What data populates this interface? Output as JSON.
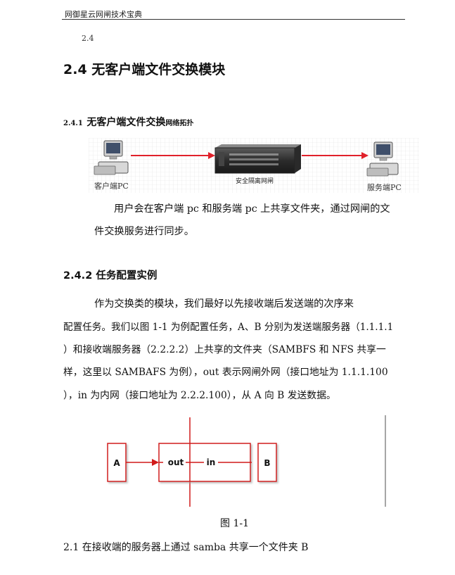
{
  "header": {
    "title": "网御星云网闸技术宝典"
  },
  "section_number": "2.4",
  "heading1": "2.4 无客户端文件交换模块",
  "heading2": {
    "number": "2.4.1",
    "title_big": "无客户端文件交换",
    "title_small": "网络拓扑"
  },
  "topology": {
    "client_label": "客户端PC",
    "gateway_label": "安全隔离网闸",
    "server_label": "服务端PC",
    "arrow_color": "#e0202a"
  },
  "para1": {
    "line1": "用户会在客户端 pc 和服务端 pc 上共享文件夹，通过网闸的文",
    "line2": "件交换服务进行同步。"
  },
  "heading3": "2.4.2  任务配置实例",
  "para2": {
    "line1": "作为交换类的模块，我们最好以先接收端后发送端的次序来",
    "line2": "配置任务。我们以图 1-1 为例配置任务，A、B 分别为发送端服务器（1.1.1.1",
    "line3": "）和接收端服务器（2.2.2.2）上共享的文件夹（SAMBFS 和 NFS 共享一",
    "line4": "样，这里以 SAMBAFS 为例），out 表示网闸外网（接口地址为 1.1.1.100",
    "line5": "），in 为内网（接口地址为 2.2.2.100），从 A 向 B 发送数据。"
  },
  "figure": {
    "box_a": "A",
    "box_out": "out",
    "box_in": "in",
    "box_b": "B",
    "caption": "图 1-1",
    "line_color": "#d11a1a"
  },
  "step1": "2.1 在接收端的服务器上通过 samba 共享一个文件夹 B"
}
